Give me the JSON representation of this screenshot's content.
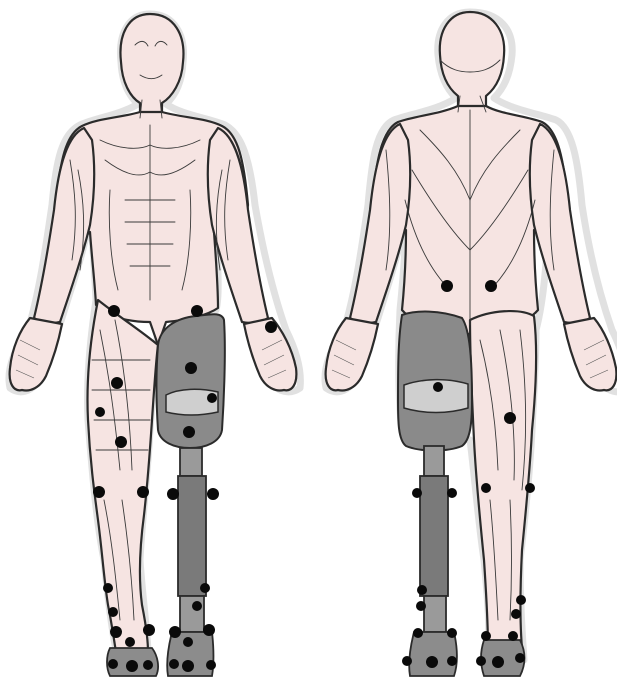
{
  "colors": {
    "skin": "#f6e4e2",
    "outline": "#2b2b2b",
    "prosthesis": "#8a8a8a",
    "liner": "#cfcfcf",
    "marker": "#0a0a0a"
  },
  "views": [
    "front",
    "back"
  ],
  "markers": {
    "front": 31,
    "back": 22
  }
}
